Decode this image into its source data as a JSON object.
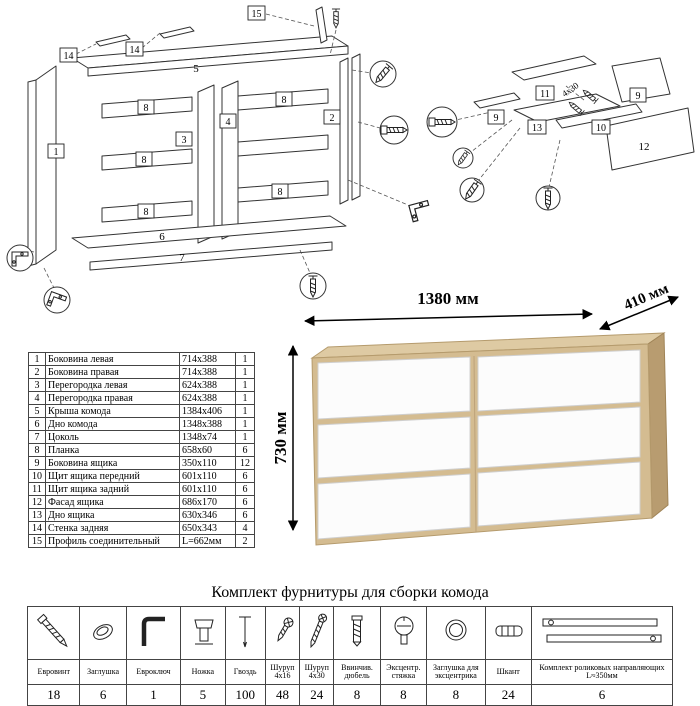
{
  "dimensions": {
    "width": "1380 мм",
    "depth": "410 мм",
    "height": "730 мм"
  },
  "colors": {
    "wood_top": "#decaa3",
    "wood_front": "#d4bc91",
    "wood_side": "#b89c70",
    "drawer": "#fcfcfc"
  },
  "diagram": {
    "main": {
      "p15": "15",
      "p14a": "14",
      "p14b": "14",
      "p5": "5",
      "p1": "1",
      "p3": "3",
      "p4": "4",
      "p2": "2",
      "p8a": "8",
      "p8b": "8",
      "p8c": "8",
      "p8d": "8",
      "p8e": "8",
      "p6": "6",
      "p7": "7"
    },
    "drawer": {
      "p11": "11",
      "p9a": "9",
      "p9b": "9",
      "p13": "13",
      "p10": "10",
      "p12": "12",
      "screw_size": "4x30"
    },
    "callout_icons": [
      "screw",
      "euro-screw",
      "bracket",
      "bracket",
      "screw",
      "euro-screw",
      "screw",
      "screw",
      "screw",
      "bracket"
    ]
  },
  "parts_table": {
    "rows": [
      {
        "n": "1",
        "name": "Боковина левая",
        "size": "714x388",
        "qty": "1"
      },
      {
        "n": "2",
        "name": "Боковина правая",
        "size": "714x388",
        "qty": "1"
      },
      {
        "n": "3",
        "name": "Перегородка левая",
        "size": "624x388",
        "qty": "1"
      },
      {
        "n": "4",
        "name": "Перегородка правая",
        "size": "624x388",
        "qty": "1"
      },
      {
        "n": "5",
        "name": "Крыша комода",
        "size": "1384x406",
        "qty": "1"
      },
      {
        "n": "6",
        "name": "Дно комода",
        "size": "1348x388",
        "qty": "1"
      },
      {
        "n": "7",
        "name": "Цоколь",
        "size": "1348x74",
        "qty": "1"
      },
      {
        "n": "8",
        "name": "Планка",
        "size": "658x60",
        "qty": "6"
      },
      {
        "n": "9",
        "name": "Боковина ящика",
        "size": "350x110",
        "qty": "12"
      },
      {
        "n": "10",
        "name": "Щит ящика передний",
        "size": "601x110",
        "qty": "6"
      },
      {
        "n": "11",
        "name": "Щит ящика задний",
        "size": "601x110",
        "qty": "6"
      },
      {
        "n": "12",
        "name": "Фасад ящика",
        "size": "686x170",
        "qty": "6"
      },
      {
        "n": "13",
        "name": "Дно ящика",
        "size": "630x346",
        "qty": "6"
      },
      {
        "n": "14",
        "name": "Стенка задняя",
        "size": "650x343",
        "qty": "4"
      },
      {
        "n": "15",
        "name": "Профиль соединительный",
        "size": "L=662мм",
        "qty": "2"
      }
    ]
  },
  "hardware": {
    "title": "Комплект фурнитуры для сборки комода",
    "items": [
      {
        "name": "Евровинт",
        "qty": "18",
        "icon": "confirmat-screw"
      },
      {
        "name": "Заглушка",
        "qty": "6",
        "icon": "cap"
      },
      {
        "name": "Евроключ",
        "qty": "1",
        "icon": "hex-key"
      },
      {
        "name": "Ножка",
        "qty": "5",
        "icon": "foot"
      },
      {
        "name": "Гвоздь",
        "qty": "100",
        "icon": "nail"
      },
      {
        "name": "Шуруп 4x16",
        "qty": "48",
        "icon": "screw-4x16"
      },
      {
        "name": "Шуруп 4x30",
        "qty": "24",
        "icon": "screw-4x30"
      },
      {
        "name": "Ввинчив. дюбель",
        "qty": "8",
        "icon": "screw-in-dowel"
      },
      {
        "name": "Эксцентр. стяжка",
        "qty": "8",
        "icon": "cam-lock"
      },
      {
        "name": "Заглушка для эксцентрика",
        "qty": "8",
        "icon": "cam-cap"
      },
      {
        "name": "Шкант",
        "qty": "24",
        "icon": "wood-dowel"
      },
      {
        "name": "Комплект роликовых направляющих L≈350мм",
        "qty": "6",
        "icon": "drawer-slides"
      }
    ]
  }
}
